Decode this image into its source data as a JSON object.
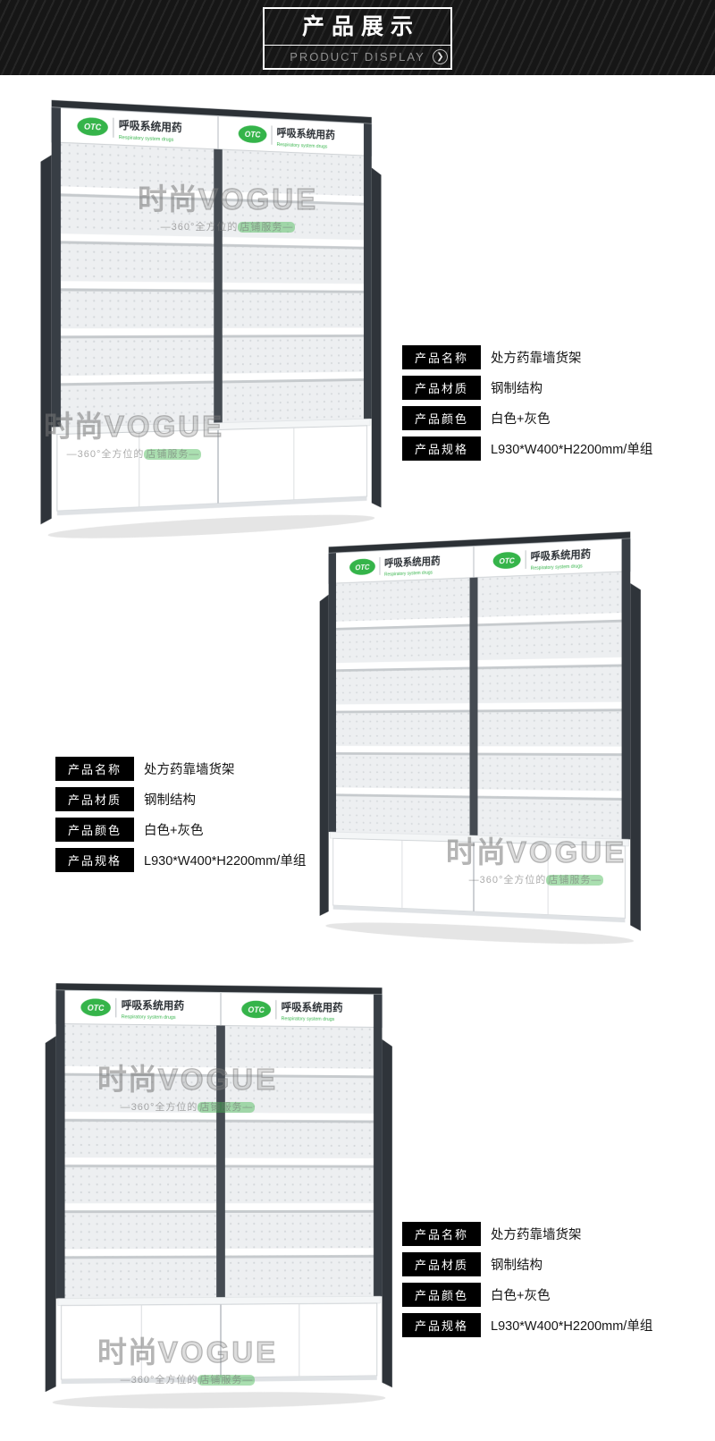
{
  "header": {
    "title": "产品展示",
    "subtitle": "PRODUCT DISPLAY",
    "arrow": "❯"
  },
  "watermark": {
    "brand_cn": "时尚",
    "brand_en": "VOGUE",
    "tagline_left": "—360°全方位的",
    "tagline_right": "店铺服务—"
  },
  "shelf_sign": {
    "otc": "OTC",
    "title_cn": "呼吸系统用药",
    "subtitle_en": "Respiratory system drugs"
  },
  "specs": {
    "rows": [
      {
        "label": "产品名称",
        "value": "处方药靠墙货架"
      },
      {
        "label": "产品材质",
        "value": "钢制结构"
      },
      {
        "label": "产品颜色",
        "value": "白色+灰色"
      },
      {
        "label": "产品规格",
        "value": "L930*W400*H2200mm/单组"
      }
    ]
  },
  "colors": {
    "banner_bg": "#161616",
    "frame_dark": "#383e45",
    "accent_green": "#35b44a",
    "panel_gray": "#edeff1",
    "label_bg": "#000000"
  }
}
